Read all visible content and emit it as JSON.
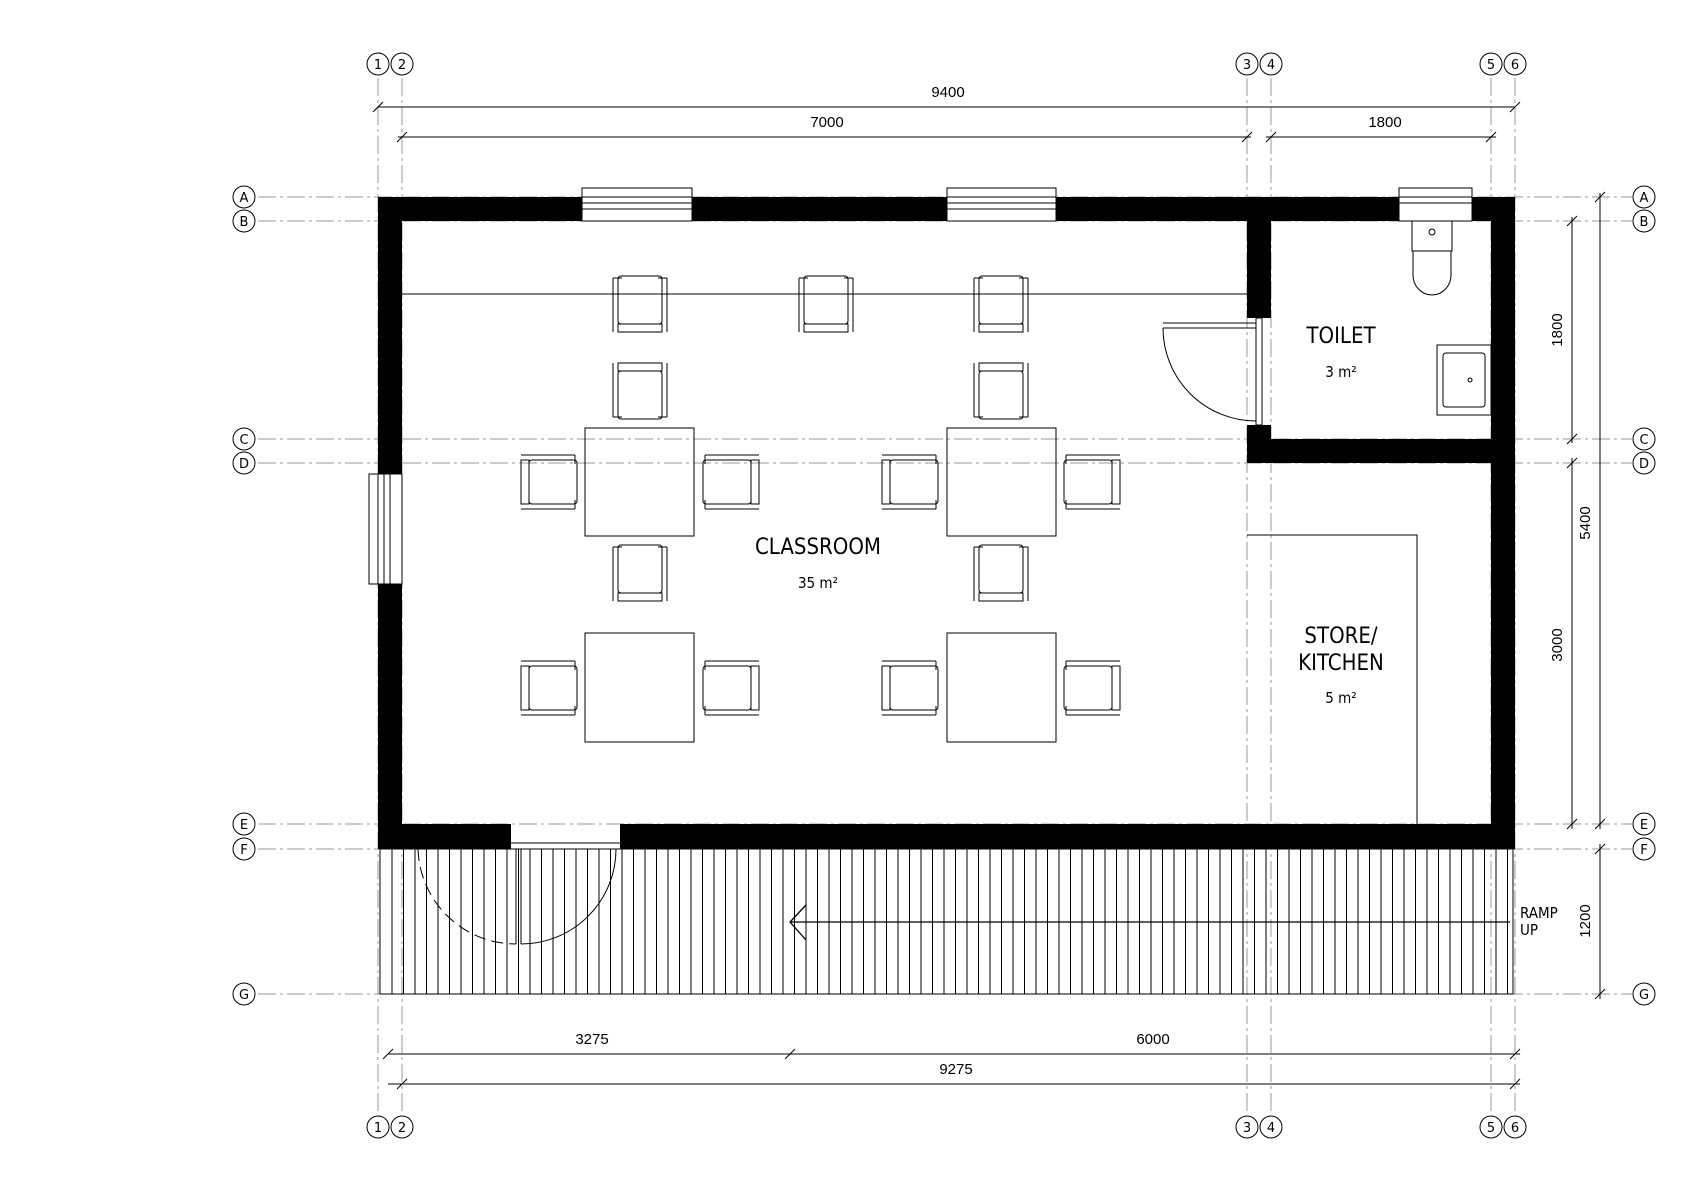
{
  "rooms": {
    "classroom": {
      "name": "CLASSROOM",
      "area": "35 m²"
    },
    "toilet": {
      "name": "TOILET",
      "area": "3 m²"
    },
    "store": {
      "name_line1": "STORE/",
      "name_line2": "KITCHEN",
      "area": "5 m²"
    }
  },
  "ramp": {
    "line1": "RAMP",
    "line2": "UP"
  },
  "grid": {
    "columns": [
      "1",
      "2",
      "3",
      "4",
      "5",
      "6"
    ],
    "rows": [
      "A",
      "B",
      "C",
      "D",
      "E",
      "F",
      "G"
    ]
  },
  "dimensions": {
    "top_overall": "9400",
    "top_left": "7000",
    "top_right": "1800",
    "bottom_left": "3275",
    "bottom_right": "6000",
    "bottom_overall": "9275",
    "right_toilet": "1800",
    "right_overall": "5400",
    "right_store": "3000",
    "right_ramp": "1200"
  }
}
